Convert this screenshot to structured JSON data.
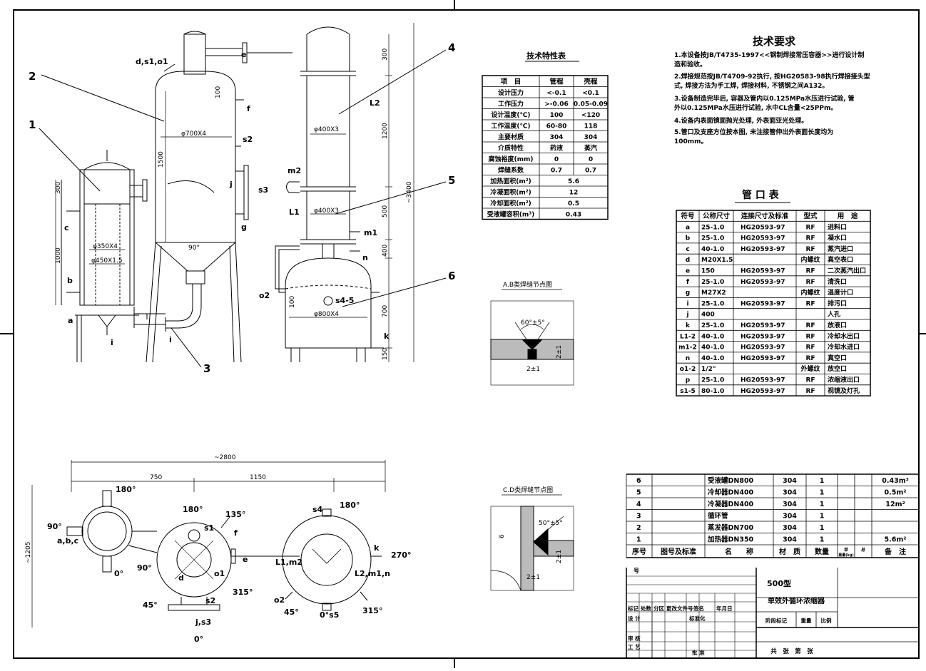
{
  "tech_req": {
    "title": "技术要求",
    "lines": [
      "1.本设备按JB/T4735-1997<<钢制焊接常压容器>>进行设计制",
      "造和验收。",
      "2.焊接规范按JB/T4709-92执行, 按HG20583-98执行焊接接头型",
      "式, 焊接方法为手工焊, 焊接材料, 不锈钢之间A132。",
      "3.设备制造完毕后, 容器及管内以0.125MPa水压进行试验, 管",
      "外以0.125MPa水压进行试验, 水中CL含量<25PPm。",
      "4.设备内表面镜面抛光处理, 外表面亚光处理。",
      "5.管口及支座方位按本图, 未注接管伸出外表面长度均为",
      "100mm。"
    ]
  },
  "char_table": {
    "title": "技术特性表",
    "header": [
      "项　目",
      "管程",
      "壳程"
    ],
    "rows": [
      [
        "设计压力",
        "<-0.1",
        "<0.1"
      ],
      [
        "工作压力",
        ">-0.06",
        "0.05-0.09"
      ],
      [
        "设计温度(℃)",
        "100",
        "<120"
      ],
      [
        "工作温度(℃)",
        "60-80",
        "118"
      ],
      [
        "主要材质",
        "304",
        "304"
      ],
      [
        "介质特性",
        "药液",
        "蒸汽"
      ],
      [
        "腐蚀裕度(mm)",
        "0",
        "0"
      ],
      [
        "焊缝系数",
        "0.7",
        "0.7"
      ]
    ],
    "merged_rows": [
      [
        "加热面积(m²)",
        "5.6"
      ],
      [
        "冷凝面积(m²)",
        "12"
      ],
      [
        "冷却面积(m²)",
        "0.5"
      ],
      [
        "受液罐容积(m³)",
        "0.43"
      ]
    ]
  },
  "nozzle_table": {
    "title": "管 口 表",
    "header": [
      "符号",
      "公称尺寸",
      "连接尺寸及标准",
      "型式",
      "用　途"
    ],
    "rows": [
      [
        "a",
        "25-1.0",
        "HG20593-97",
        "RF",
        "进料口"
      ],
      [
        "b",
        "25-1.0",
        "HG20593-97",
        "RF",
        "凝水口"
      ],
      [
        "c",
        "40-1.0",
        "HG20593-97",
        "RF",
        "蒸汽进口"
      ],
      [
        "d",
        "M20X1.5",
        "",
        "内螺纹",
        "真空表口"
      ],
      [
        "e",
        "150",
        "HG20593-97",
        "RF",
        "二次蒸汽出口"
      ],
      [
        "f",
        "25-1.0",
        "HG20593-97",
        "RF",
        "清洗口"
      ],
      [
        "g",
        "M27X2",
        "",
        "内螺纹",
        "温度计口"
      ],
      [
        "i",
        "25-1.0",
        "HG20593-97",
        "RF",
        "排污口"
      ],
      [
        "j",
        "400",
        "",
        "",
        "人孔"
      ],
      [
        "k",
        "25-1.0",
        "HG20593-97",
        "RF",
        "放液口"
      ],
      [
        "L1-2",
        "40-1.0",
        "HG20593-97",
        "RF",
        "冷却水出口"
      ],
      [
        "m1-2",
        "40-1.0",
        "HG20593-97",
        "RF",
        "冷却水进口"
      ],
      [
        "n",
        "40-1.0",
        "HG20593-97",
        "RF",
        "真空口"
      ],
      [
        "o1-2",
        "1/2\"",
        "",
        "外螺纹",
        "放空口"
      ],
      [
        "p",
        "25-1.0",
        "HG20593-97",
        "RF",
        "浓缩液出口"
      ],
      [
        "s1-5",
        "80-1.0",
        "HG20593-97",
        "RF",
        "视镜及灯孔"
      ]
    ]
  },
  "weld_ab": {
    "title": "A.B类焊缝节点图",
    "angle": "60°±5°",
    "gap": "2±1",
    "dim": "2±1"
  },
  "weld_cd": {
    "title": "C.D类焊缝节点图",
    "angle": "50°±5°",
    "gap": "2±1",
    "dim": "2±1",
    "side": "6"
  },
  "parts": {
    "rows": [
      [
        "6",
        "",
        "受液罐DN800",
        "304",
        "1",
        "",
        "",
        "0.43m³"
      ],
      [
        "5",
        "",
        "冷却器DN400",
        "304",
        "1",
        "",
        "",
        "0.5m²"
      ],
      [
        "4",
        "",
        "冷凝器DN400",
        "304",
        "1",
        "",
        "",
        "12m²"
      ],
      [
        "3",
        "",
        "循环管",
        "304",
        "1",
        "",
        "",
        ""
      ],
      [
        "2",
        "",
        "蒸发器DN700",
        "304",
        "1",
        "",
        "",
        ""
      ],
      [
        "1",
        "",
        "加热器DN350",
        "304",
        "1",
        "",
        "",
        "5.6m²"
      ]
    ],
    "header": [
      "序号",
      "图号及标准",
      "名　　称",
      "材　质",
      "数量",
      "单\n重量(kg)",
      "总",
      "备　注"
    ]
  },
  "title_block": {
    "name1": "500型",
    "name2": "单效外循环浓缩器",
    "hao": "号",
    "labels": [
      "标记",
      "处数",
      "分区",
      "更改文件号",
      "签名",
      "年月日"
    ],
    "design": "设 计",
    "std": "标准化",
    "check": "审 核",
    "craft": "工 艺",
    "approve": "批 准",
    "stage": "阶段标记",
    "weight": "重量",
    "scale": "比例",
    "sheets": "共　张　第　张"
  },
  "elevation": {
    "labels": {
      "d_s1_o1": "d,s1,o1",
      "e": "e",
      "f": "f",
      "s2": "s2",
      "s3": "s3",
      "j": "j",
      "g": "g",
      "c": "c",
      "b": "b",
      "a": "a",
      "i": "i",
      "i2": "i",
      "m2": "m2",
      "L1": "L1",
      "m1": "m1",
      "n": "n",
      "o2": "o2",
      "s45": "s4-5",
      "k": "k",
      "L2": "L2",
      "n1": "1",
      "n2": "2",
      "n3": "3",
      "n4": "4",
      "n5": "5",
      "n6": "6"
    },
    "dims": {
      "d700": "φ700X4",
      "d400a": "φ400X3",
      "d400b": "φ400X3",
      "d800": "φ800X4",
      "d350": "φ350X4",
      "d450": "φ450X1.5",
      "h1500": "1500",
      "h300": "300",
      "h1000": "1000",
      "h100": "100",
      "a90": "90°",
      "r300": "300",
      "r1200": "1200",
      "r500": "500",
      "r400": "400",
      "r700": "700",
      "r150": "150",
      "total": "~3400",
      "h100b": "100"
    }
  },
  "plan": {
    "dims": {
      "total": "~2800",
      "w750": "750",
      "w1150": "1150",
      "h1205": "~1205"
    },
    "labels": {
      "a180": "180°",
      "a90": "90°",
      "abc": "a,b,c",
      "a0": "0°",
      "b180": "180°",
      "s1": "s1",
      "a135": "135°",
      "f": "f",
      "b90": "90°",
      "d": "d",
      "o1": "o1",
      "a45": "45°",
      "s2": "s2",
      "a315": "315°",
      "js3": "j,s3",
      "b0": "0°",
      "e": "e",
      "s4": "s4",
      "c180": "180°",
      "L1m2": "L1,m2",
      "k": "k",
      "a270": "270°",
      "L2m1n": "L2,m1,n",
      "o2": "o2",
      "c45": "45°",
      "s5": "0°s5",
      "c315": "315°"
    }
  }
}
